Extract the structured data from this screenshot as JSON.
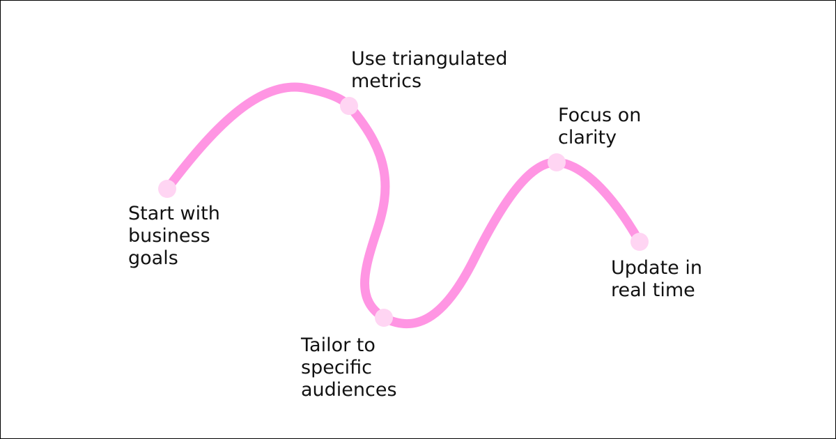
{
  "colors": {
    "path": "#ff95e3",
    "node": "#ffd5f3",
    "text": "#111111",
    "background": "#ffffff",
    "border": "#000000"
  },
  "steps": [
    {
      "lines": [
        "Start with",
        "business",
        "goals"
      ]
    },
    {
      "lines": [
        "Use triangulated",
        "metrics"
      ]
    },
    {
      "lines": [
        "Tailor to",
        "specific",
        "audiences"
      ]
    },
    {
      "lines": [
        "Focus on",
        "clarity"
      ]
    },
    {
      "lines": [
        "Update in",
        "real time"
      ]
    }
  ]
}
